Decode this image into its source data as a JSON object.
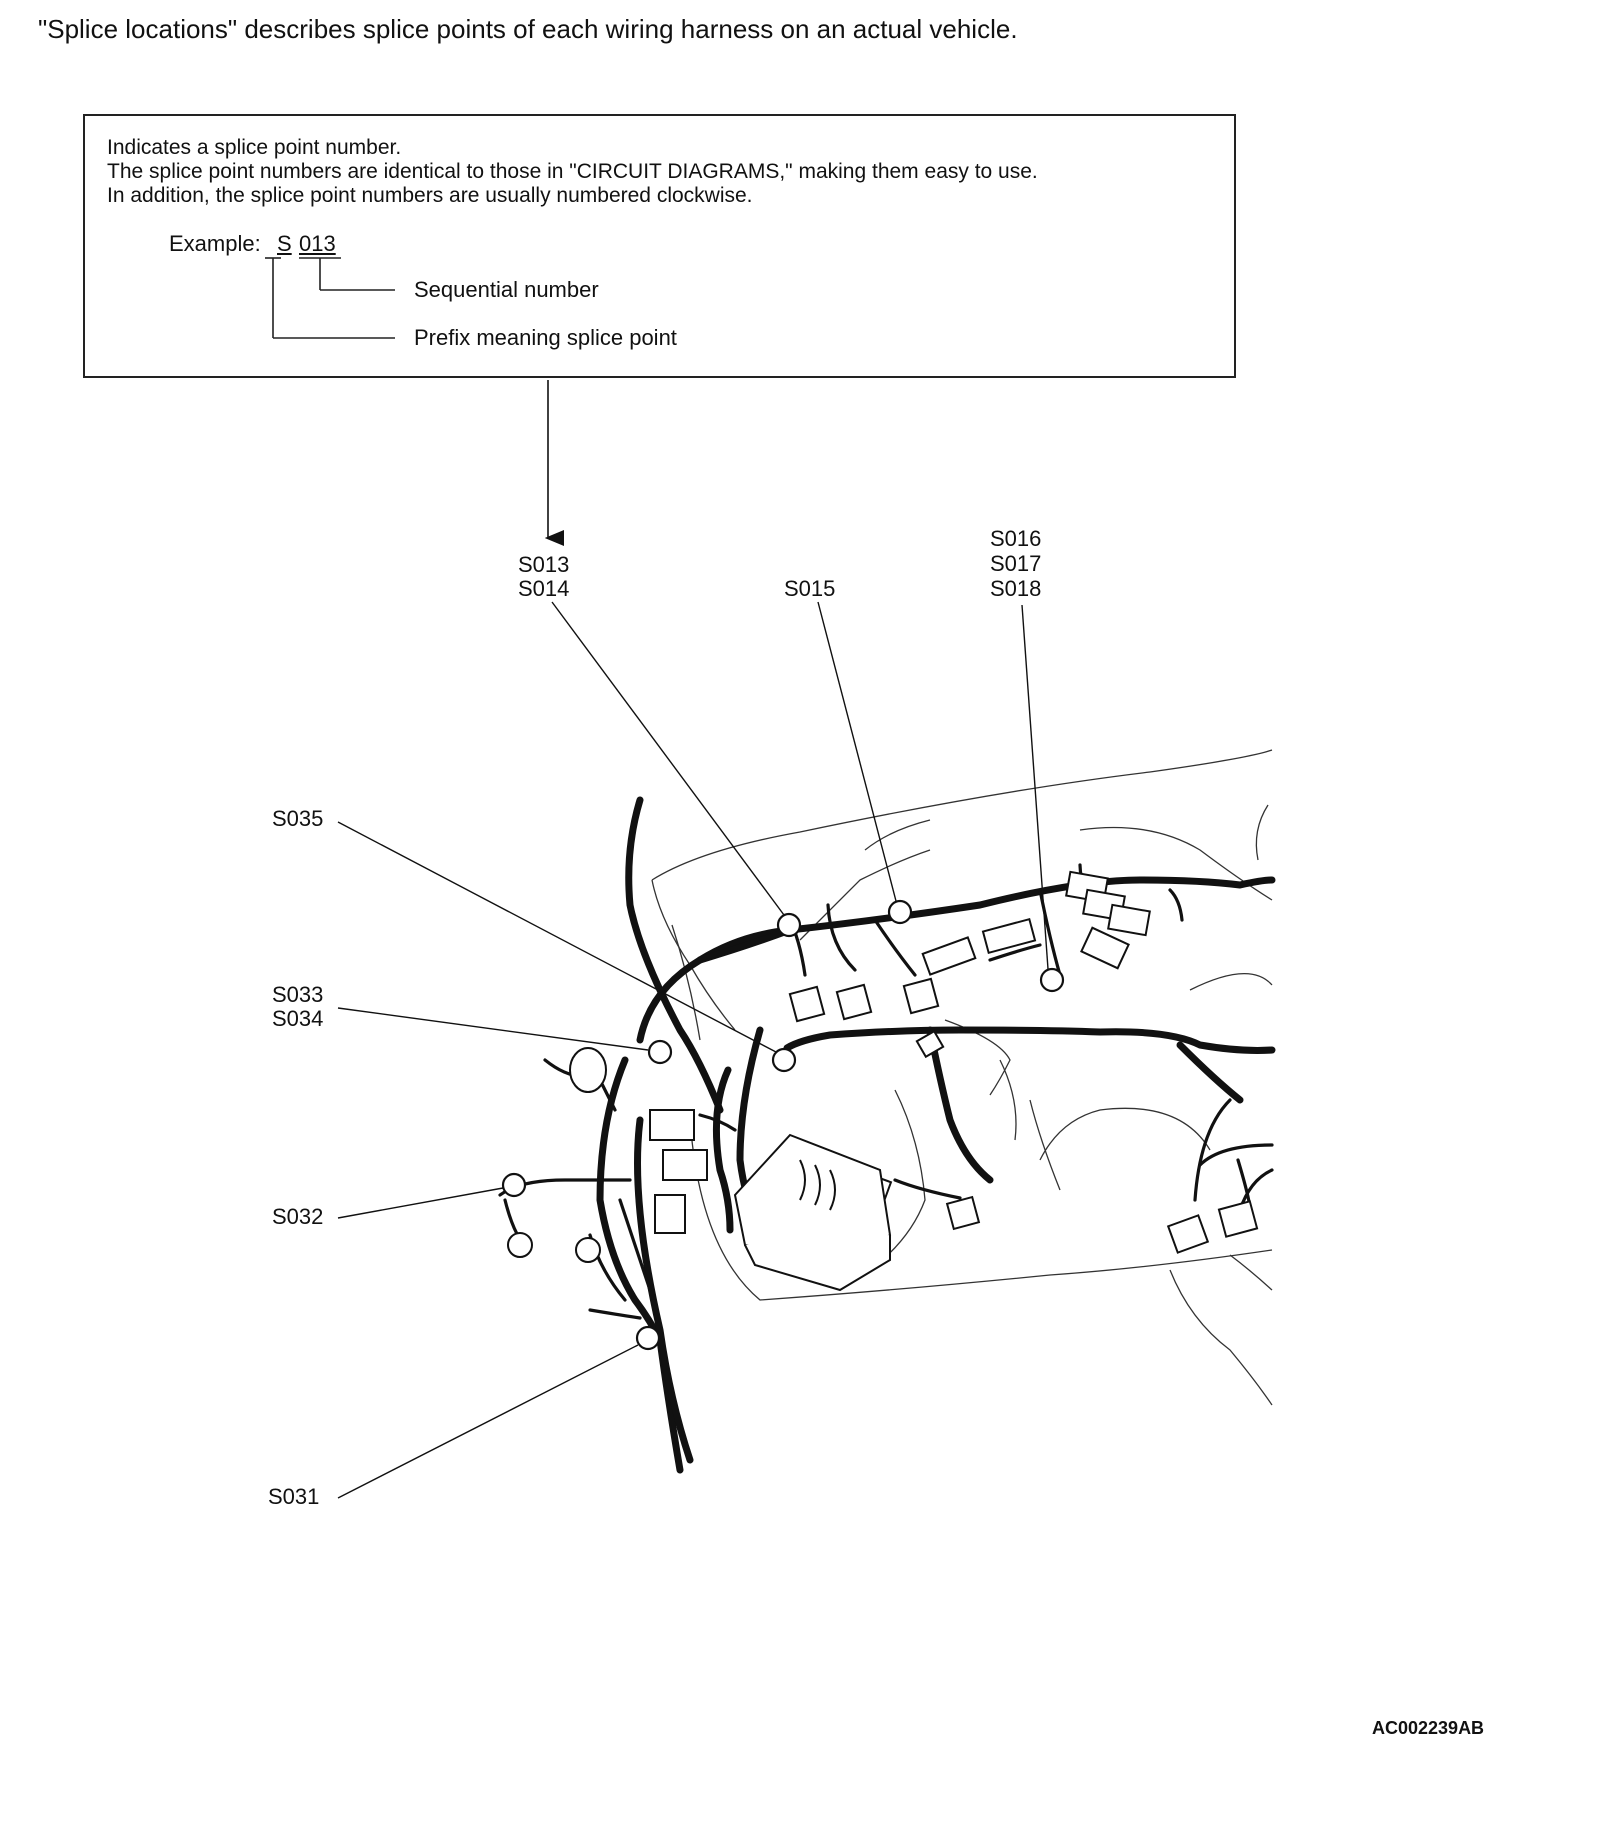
{
  "heading": "\"Splice locations\" describes splice points of each wiring harness on an actual vehicle.",
  "info_box": {
    "line1": "Indicates a splice point number.",
    "line2": "The splice point numbers are identical to those in \"CIRCUIT DIAGRAMS,\" making them easy to use.",
    "line3": "In addition, the splice point numbers are usually numbered clockwise.",
    "example_label": "Example:",
    "example_prefix": "S",
    "example_number": "013",
    "sequential_label": "Sequential number",
    "prefix_label": "Prefix meaning splice point"
  },
  "splice_labels": {
    "s013": "S013",
    "s014": "S014",
    "s015": "S015",
    "s016": "S016",
    "s017": "S017",
    "s018": "S018",
    "s035": "S035",
    "s033": "S033",
    "s034": "S034",
    "s032": "S032",
    "s031": "S031"
  },
  "document_code": "AC002239AB"
}
